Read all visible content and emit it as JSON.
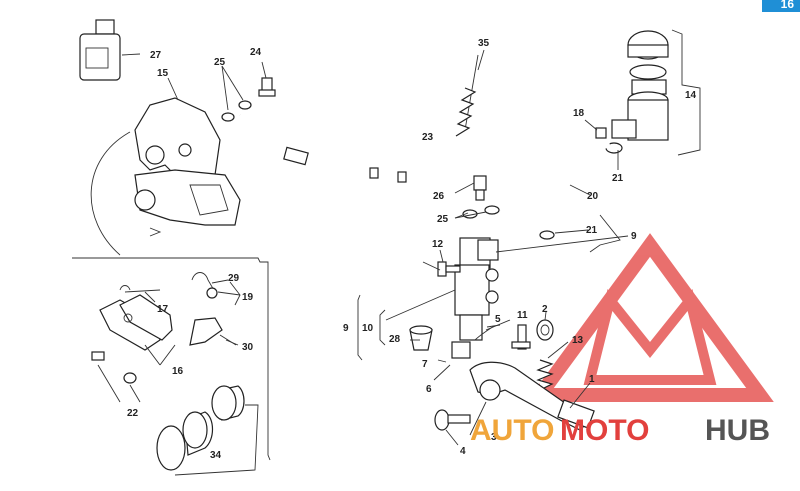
{
  "page_badge": "16",
  "watermark": {
    "word1": "AUTO",
    "word2": "MOTO",
    "word3": "HUB",
    "color_red": "#e2403d",
    "color_orange": "#f0a53a",
    "color_gray": "#555555"
  },
  "labels": {
    "l1": "1",
    "l2": "2",
    "l3": "3",
    "l4": "4",
    "l5": "5",
    "l6": "6",
    "l7": "7",
    "l9a": "9",
    "l9b": "9",
    "l10": "10",
    "l11": "11",
    "l12": "12",
    "l13": "13",
    "l14": "14",
    "l15": "15",
    "l16": "16",
    "l17": "17",
    "l18": "18",
    "l19": "19",
    "l20": "20",
    "l21a": "21",
    "l21b": "21",
    "l22": "22",
    "l23": "23",
    "l24": "24",
    "l25a": "25",
    "l25b": "25",
    "l26": "26",
    "l27": "27",
    "l28": "28",
    "l29": "29",
    "l30": "30",
    "l34": "34",
    "l35": "35"
  }
}
